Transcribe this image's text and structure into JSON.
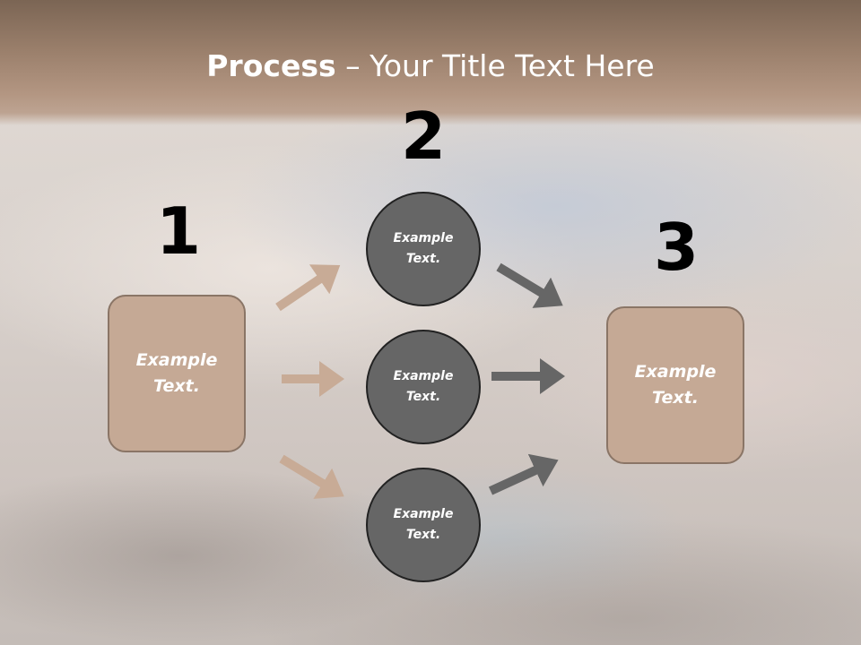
{
  "title": {
    "bold": "Process",
    "rest": " – Your Title Text Here"
  },
  "steps": [
    {
      "number": "1",
      "text": "Example Text."
    },
    {
      "number": "2",
      "text": "Example Text."
    },
    {
      "number": "3",
      "text": "Example Text."
    }
  ],
  "middle_nodes": [
    {
      "text": "Example Text."
    },
    {
      "text": "Example Text."
    },
    {
      "text": "Example Text."
    }
  ],
  "colors": {
    "header": "#9a7f6b",
    "box_fill": "#c5a995",
    "box_border": "#8a7566",
    "circle_fill": "#666666",
    "circle_border": "#222222",
    "arrow_in": "#c8ab96",
    "arrow_out": "#666666"
  }
}
